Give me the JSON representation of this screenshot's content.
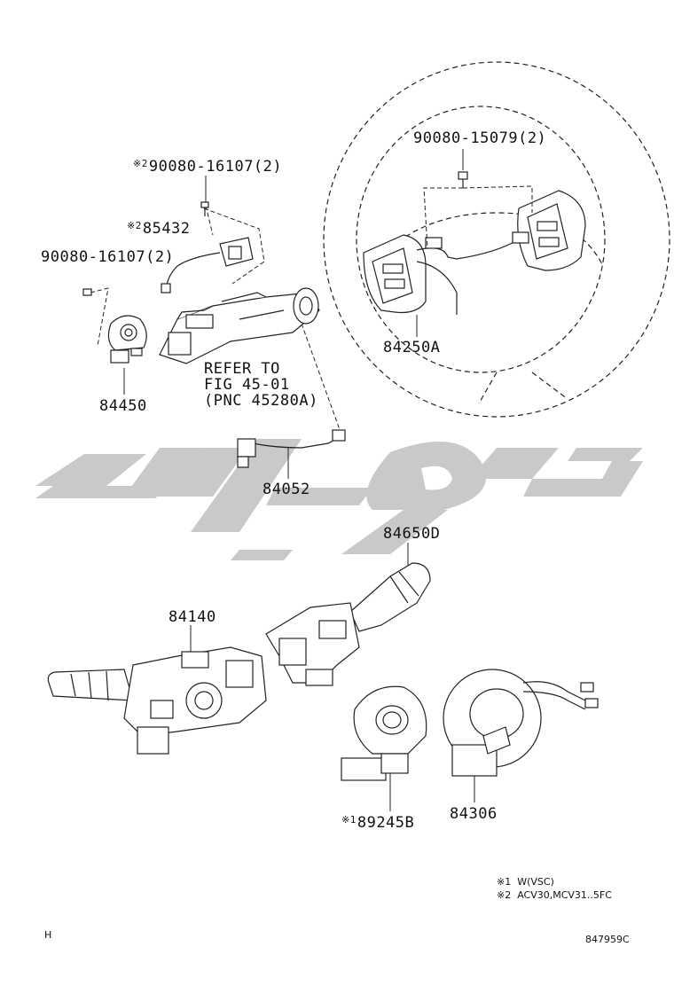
{
  "labels": {
    "bolt_top_right": "90080-15079(2)",
    "bolt_top_left_mark": "※2",
    "bolt_top_left": "90080-16107(2)",
    "p85432_mark": "※2",
    "p85432": "85432",
    "bolt_left": "90080-16107(2)",
    "p84250a": "84250A",
    "refer_line1": "REFER TO",
    "refer_line2": "FIG 45-01",
    "refer_line3": "(PNC 45280A)",
    "p84450": "84450",
    "p84052": "84052",
    "p84650d": "84650D",
    "p84140": "84140",
    "p89245b_mark": "※1",
    "p89245b": "89245B",
    "p84306": "84306"
  },
  "notes": {
    "note1": "※1  W(VSC)",
    "note2": "※2  ACV30,MCV31..5FC"
  },
  "footer": {
    "left_code": "H",
    "figure_id": "847959C"
  },
  "colors": {
    "line": "#222222",
    "watermark": "#c8c8c8"
  }
}
